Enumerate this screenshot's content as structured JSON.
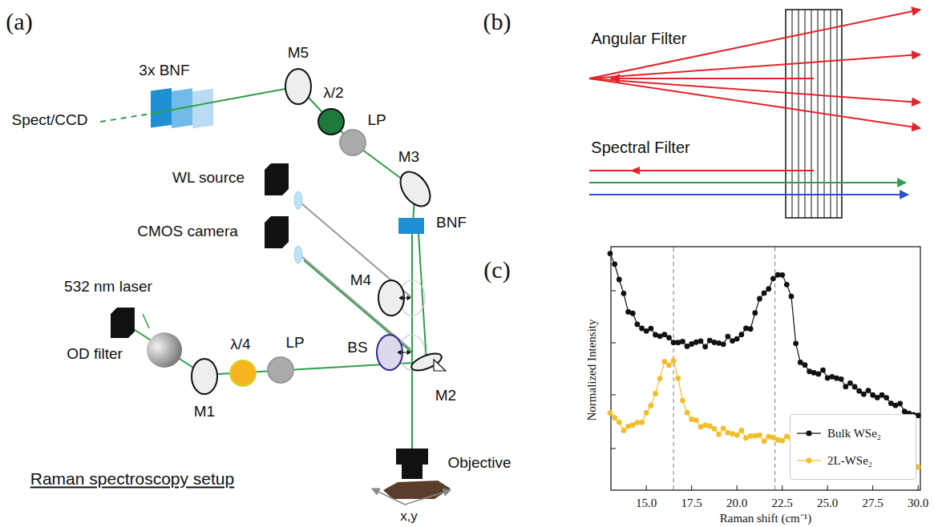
{
  "diagram": {
    "labels": [
      "(a)",
      "3x BNF",
      "M5",
      "Spect/CCD",
      "λ/2",
      "LP",
      "WL source",
      "M3",
      "CMOS camera",
      "BNF",
      "M4",
      "532 nm laser",
      "BS",
      "OD filter",
      "λ/4",
      "LP",
      "M2",
      "M1",
      "Objective",
      "x,y",
      "Raman spectroscopy setup",
      "(b)",
      "Angular Filter",
      "Spectral Filter",
      "(c)",
      "15.0",
      "17.5",
      "20.0",
      "22.5",
      "25.0",
      "27.5",
      "30.0",
      "Raman shift (cm⁻¹)",
      "Normalized Intensity"
    ],
    "legend": [
      {
        "text": "Bulk WSe₂"
      },
      {
        "text": "2L-WSe₂"
      }
    ]
  }
}
